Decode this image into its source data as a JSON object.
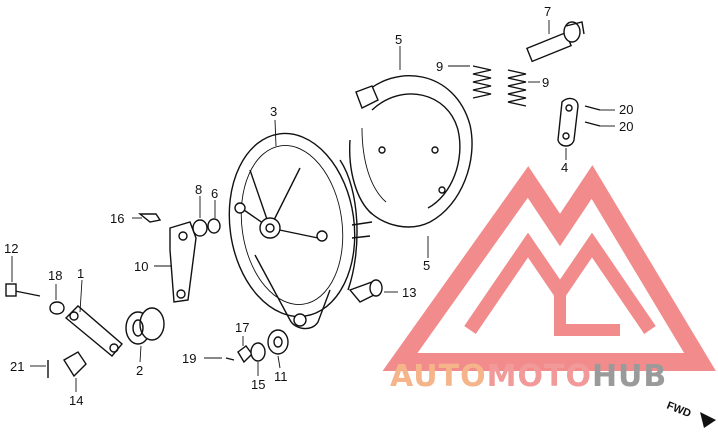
{
  "callouts": [
    {
      "id": "1",
      "label": "1"
    },
    {
      "id": "2",
      "label": "2"
    },
    {
      "id": "3",
      "label": "3"
    },
    {
      "id": "4",
      "label": "4"
    },
    {
      "id": "5a",
      "label": "5"
    },
    {
      "id": "5b",
      "label": "5"
    },
    {
      "id": "6",
      "label": "6"
    },
    {
      "id": "7",
      "label": "7"
    },
    {
      "id": "8",
      "label": "8"
    },
    {
      "id": "9a",
      "label": "9"
    },
    {
      "id": "9b",
      "label": "9"
    },
    {
      "id": "10",
      "label": "10"
    },
    {
      "id": "11",
      "label": "11"
    },
    {
      "id": "12",
      "label": "12"
    },
    {
      "id": "13",
      "label": "13"
    },
    {
      "id": "14",
      "label": "14"
    },
    {
      "id": "15",
      "label": "15"
    },
    {
      "id": "16",
      "label": "16"
    },
    {
      "id": "17",
      "label": "17"
    },
    {
      "id": "18",
      "label": "18"
    },
    {
      "id": "19",
      "label": "19"
    },
    {
      "id": "20a",
      "label": "20"
    },
    {
      "id": "20b",
      "label": "20"
    },
    {
      "id": "21",
      "label": "21"
    }
  ],
  "watermark": {
    "part1": "AUTO",
    "part2": "MOTO",
    "part3": "HUB",
    "color1": "#f5b48a",
    "color2": "#f29a9a",
    "color3": "#9a9a9a",
    "logo_color": "#f07878"
  },
  "direction_label": "FWD"
}
